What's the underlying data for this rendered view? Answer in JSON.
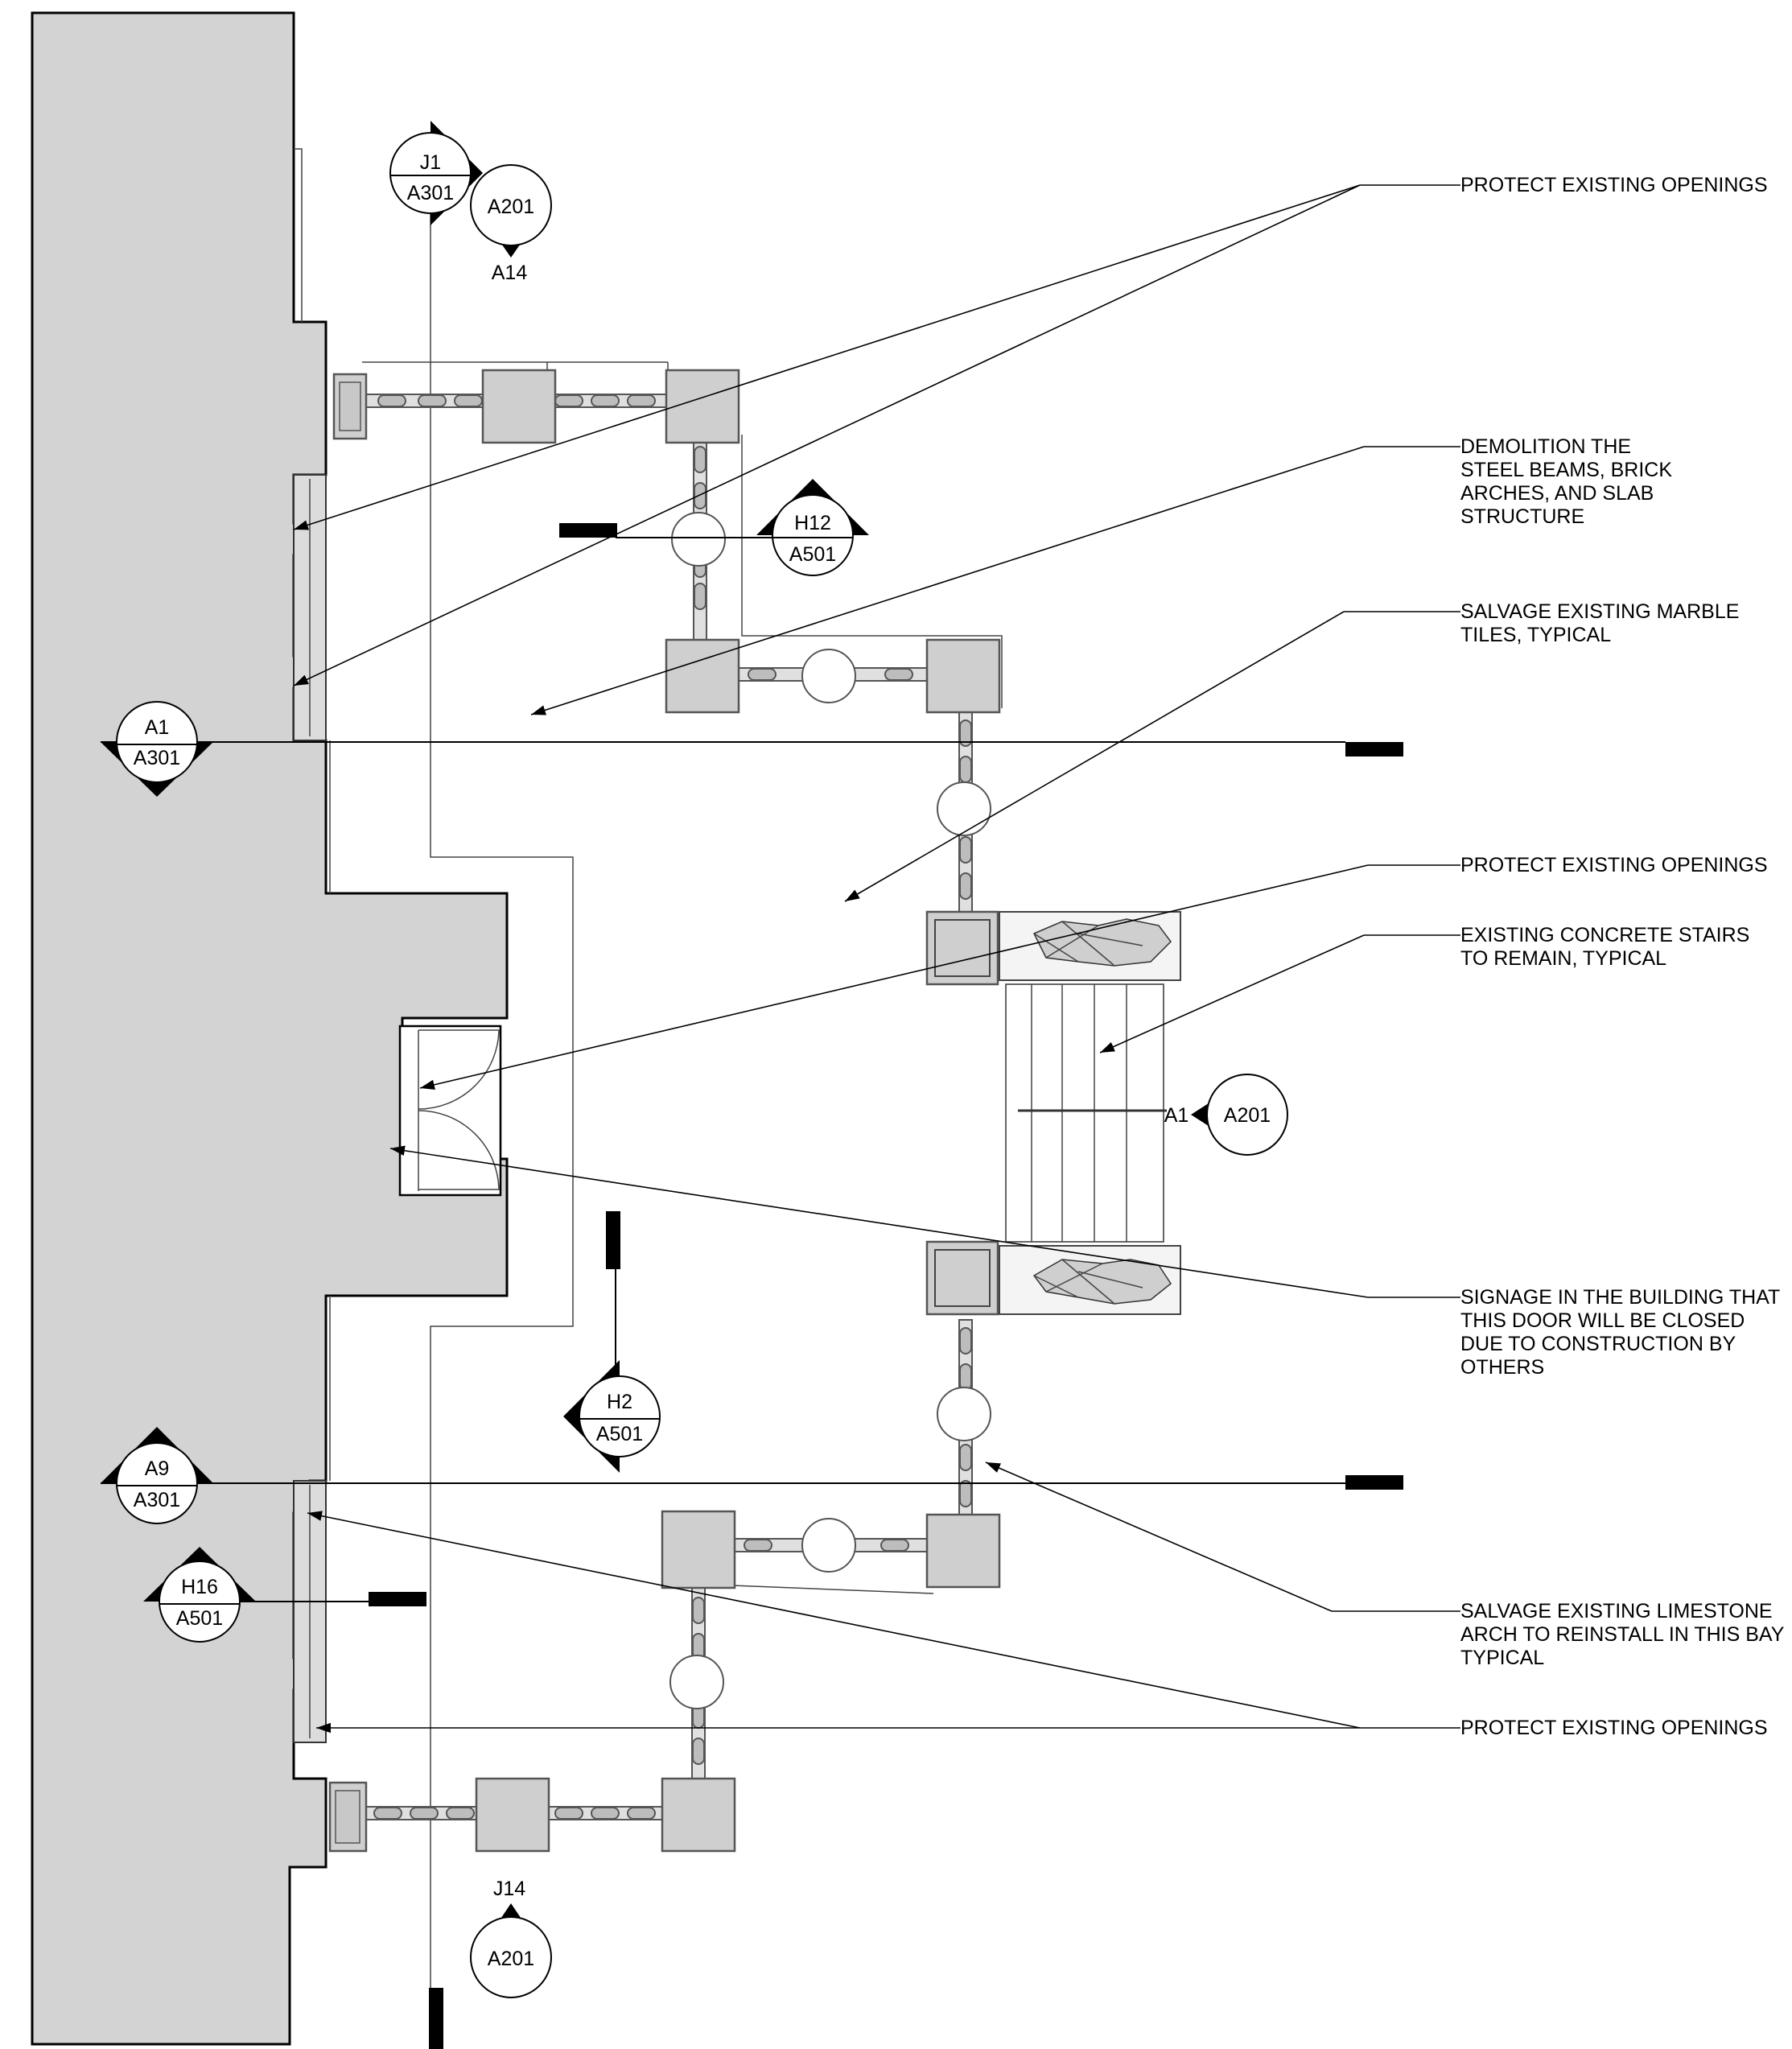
{
  "notes": [
    "PROTECT EXISTING OPENINGS",
    [
      "DEMOLITION THE",
      "STEEL BEAMS, BRICK",
      "ARCHES, AND SLAB",
      "STRUCTURE"
    ],
    [
      "SALVAGE EXISTING MARBLE",
      "TILES, TYPICAL"
    ],
    "PROTECT EXISTING OPENINGS",
    [
      "EXISTING CONCRETE STAIRS",
      "TO REMAIN, TYPICAL"
    ],
    [
      "SIGNAGE IN THE BUILDING THAT",
      "THIS DOOR WILL BE CLOSED",
      "DUE TO CONSTRUCTION BY",
      "OTHERS"
    ],
    [
      "SALVAGE EXISTING LIMESTONE",
      "ARCH TO REINSTALL IN THIS BAY",
      "TYPICAL"
    ],
    "PROTECT EXISTING OPENINGS"
  ],
  "tags": {
    "j1": {
      "top": "J1",
      "bottom": "A301"
    },
    "elev_top": {
      "sheet": "A201",
      "view": "A14"
    },
    "h12": {
      "top": "H12",
      "bottom": "A501"
    },
    "a1": {
      "top": "A1",
      "bottom": "A301"
    },
    "elev_right": {
      "view": "A1",
      "sheet": "A201"
    },
    "h2": {
      "top": "H2",
      "bottom": "A501"
    },
    "a9": {
      "top": "A9",
      "bottom": "A301"
    },
    "h16": {
      "top": "H16",
      "bottom": "A501"
    },
    "elev_bottom": {
      "view": "J14",
      "sheet": "A201"
    }
  }
}
